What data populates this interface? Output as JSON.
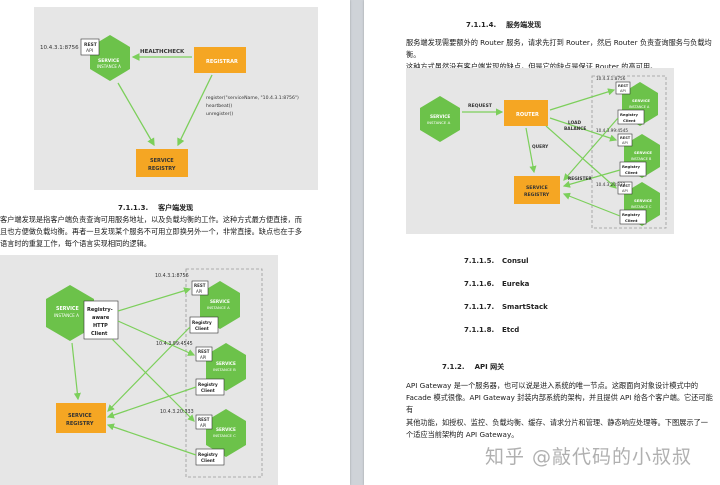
{
  "left_page": {
    "figure_top": {
      "ip": "10.4.3.1:8756",
      "rest_api": "REST\nAPI",
      "service_instance": [
        "SERVICE",
        "INSTANCE A"
      ],
      "healthcheck": "HEALTHCHECK",
      "registrar": "REGISTRAR",
      "register_code": [
        "register(\"serviceName, \"10.4.3.1:8756\")",
        "heartbeat()",
        "unregister()"
      ],
      "service_registry": [
        "SERVICE",
        "REGISTRY"
      ]
    },
    "section_heading": {
      "number": "7.1.1.3.",
      "title": "客户端发现"
    },
    "paragraph": [
      "客户端发现是指客户端负责查询可用服务地址，以及负载均衡的工作。这种方式最方便直接，而",
      "且也方便做负载均衡。再者一旦发现某个服务不可用立即换另外一个，非常直接。缺点也在于多",
      "语言时的重复工作，每个语言实现相同的逻辑。"
    ],
    "figure_bottom": {
      "client_service": [
        "SERVICE",
        "INSTANCE A"
      ],
      "aware_client": [
        "Registry-",
        "aware",
        "HTTP",
        "Client"
      ],
      "registry": [
        "SERVICE",
        "REGISTRY"
      ],
      "instances": [
        {
          "ip": "10.4.3.1:8756",
          "rest": "REST\nAPI",
          "name": "SERVICE",
          "sub": "INSTANCE A",
          "client": [
            "Registry",
            "Client"
          ]
        },
        {
          "ip": "10.4.3.99:4545",
          "rest": "REST\nAPI",
          "name": "SERVICE",
          "sub": "INSTANCE B",
          "client": [
            "Registry",
            "Client"
          ]
        },
        {
          "ip": "10.4.3.20:333",
          "rest": "REST\nAPI",
          "name": "SERVICE",
          "sub": "INSTANCE C",
          "client": [
            "Registry",
            "Client"
          ]
        }
      ]
    }
  },
  "right_page": {
    "section_heading": {
      "number": "7.1.1.4.",
      "title": "服务端发现"
    },
    "paragraph": [
      "服务端发现需要额外的 Router 服务，请求先打到 Router，然后 Router 负责查询服务与负载均衡。",
      "这种方式虽然没有客户端发现的缺点，但是它的缺点是保证 Router 的高可用。"
    ],
    "figure": {
      "client_service": [
        "SERVICE",
        "INSTANCE A"
      ],
      "request": "REQUEST",
      "router": "ROUTER",
      "load_balance": [
        "LOAD",
        "BALANCE"
      ],
      "query": "QUERY",
      "registry": [
        "SERVICE",
        "REGISTRY"
      ],
      "register": "REGISTER",
      "instances": [
        {
          "ip": "10.4.3.1:8756",
          "rest": "REST\nAPI",
          "name": "SERVICE",
          "sub": "INSTANCE A",
          "client": [
            "Registry",
            "Client"
          ]
        },
        {
          "ip": "10.4.3.99:4545",
          "rest": "REST\nAPI",
          "name": "SERVICE",
          "sub": "INSTANCE B",
          "client": [
            "Registry",
            "Client"
          ]
        },
        {
          "ip": "10.4.3.20:333",
          "rest": "REST\nAPI",
          "name": "SERVICE",
          "sub": "INSTANCE C",
          "client": [
            "Registry",
            "Client"
          ]
        }
      ]
    },
    "sub_items": [
      {
        "number": "7.1.1.5.",
        "title": "Consul"
      },
      {
        "number": "7.1.1.6.",
        "title": "Eureka"
      },
      {
        "number": "7.1.1.7.",
        "title": "SmartStack"
      },
      {
        "number": "7.1.1.8.",
        "title": "Etcd"
      }
    ],
    "section2_heading": {
      "number": "7.1.2.",
      "title": "API 网关"
    },
    "paragraph2": [
      "API Gateway 是一个服务器，也可以说是进入系统的唯一节点。这跟面向对象设计模式中的",
      "Facade 模式很像。API Gateway 封装内部系统的架构，并且提供 API 给各个客户端。它还可能有",
      "其他功能，如授权、监控、负载均衡、缓存、请求分片和管理、静态响应处理等。下图展示了一",
      "个适应当前架构的 API Gateway。"
    ]
  },
  "watermark": "知乎 @敲代码的小叔叔",
  "colors": {
    "green": "#6cc24a",
    "orange": "#f5a623",
    "arrow": "#7ccf5b",
    "bg_fig": "#e6e6e6"
  }
}
